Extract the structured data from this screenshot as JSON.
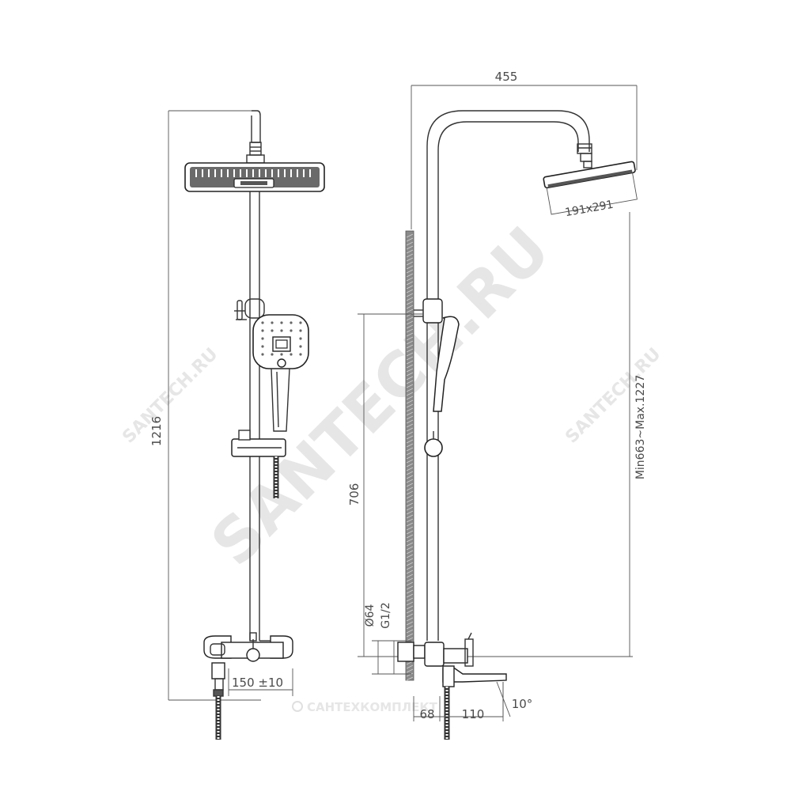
{
  "watermarks": {
    "main": "SANTECH.RU",
    "side_left": "SANTECH.RU",
    "side_right": "SANTECH.RU",
    "bottom": "САНТЕХКОМПЛЕКТ"
  },
  "dimensions": {
    "total_height": "1216",
    "width": "455",
    "head_size": "191x291",
    "head_height_range": "Min663~Max.1227",
    "mixer_height": "706",
    "inlet_diameter": "Ø64",
    "inlet_thread": "G1/2",
    "center_distance": "150 ±10",
    "wall_offset": "68",
    "spout_length": "110",
    "spout_angle": "10°"
  }
}
